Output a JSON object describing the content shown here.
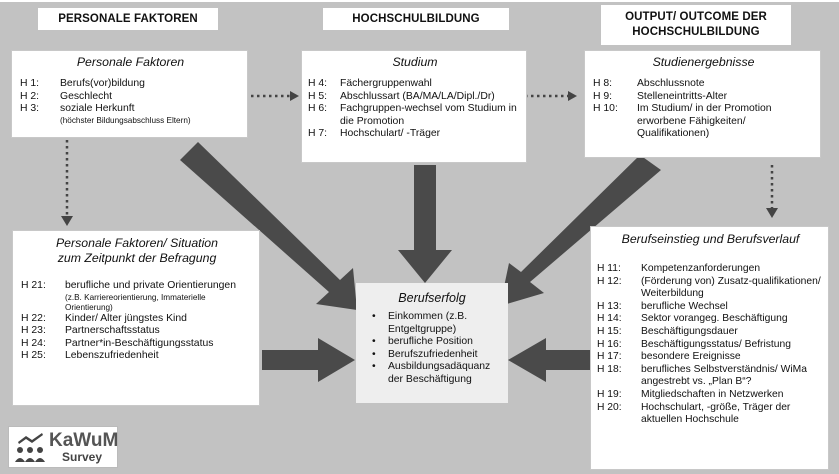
{
  "headers": {
    "left": "PERSONALE FAKTOREN",
    "middle": "HOCHSCHULBILDUNG",
    "right_line1": "OUTPUT/ OUTCOME DER",
    "right_line2": "HOCHSCHULBILDUNG"
  },
  "personale_faktoren": {
    "title": "Personale Faktoren",
    "items": [
      {
        "code": "H 1:",
        "text": "Berufs(vor)bildung"
      },
      {
        "code": "H 2:",
        "text": "Geschlecht"
      },
      {
        "code": "H 3:",
        "text": "soziale Herkunft",
        "note": "(höchster Bildungsabschluss Eltern)"
      }
    ]
  },
  "studium": {
    "title": "Studium",
    "items": [
      {
        "code": "H 4:",
        "text": "Fächergruppenwahl"
      },
      {
        "code": "H 5:",
        "text": "Abschlussart (BA/MA/LA/Dipl./Dr)"
      },
      {
        "code": "H 6:",
        "text": "Fachgruppen-wechsel vom Studium in die Promotion"
      },
      {
        "code": "H 7:",
        "text": "Hochschulart/ -Träger"
      }
    ]
  },
  "studienergebnisse": {
    "title": "Studienergebnisse",
    "items": [
      {
        "code": "H 8:",
        "text": "Abschlussnote"
      },
      {
        "code": "H 9:",
        "text": "Stelleneintritts-Alter"
      },
      {
        "code": "H 10:",
        "text": "Im Studium/ in der Promotion erworbene Fähigkeiten/ Qualifikationen)"
      }
    ]
  },
  "situation": {
    "title_line1": "Personale Faktoren/ Situation",
    "title_line2": "zum Zeitpunkt der Befragung",
    "items": [
      {
        "code": "H 21:",
        "text": "berufliche und private Orientierungen",
        "note": "(z.B. Karriereorientierung, Immaterielle Orientierung)"
      },
      {
        "code": "H 22:",
        "text": "Kinder/ Alter jüngstes Kind"
      },
      {
        "code": "H 23:",
        "text": "Partnerschaftsstatus"
      },
      {
        "code": "H 24:",
        "text": "Partner*in-Beschäftigungsstatus"
      },
      {
        "code": "H 25:",
        "text": "Lebenszufriedenheit"
      }
    ]
  },
  "berufserfolg": {
    "title": "Berufserfolg",
    "items": [
      {
        "text": "Einkommen (z.B. Entgeltgruppe)"
      },
      {
        "text": "berufliche Position"
      },
      {
        "text": "Berufszufriedenheit"
      },
      {
        "text": "Ausbildungsadäquanz der Beschäftigung"
      }
    ]
  },
  "berufseinstieg": {
    "title": "Berufseinstieg und Berufsverlauf",
    "items": [
      {
        "code": "H 11:",
        "text": "Kompetenzanforderungen"
      },
      {
        "code": "H 12:",
        "text": "(Förderung von) Zusatz-qualifikationen/ Weiterbildung"
      },
      {
        "code": "H 13:",
        "text": "berufliche Wechsel"
      },
      {
        "code": "H 14:",
        "text": "Sektor vorangeg. Beschäftigung"
      },
      {
        "code": "H 15:",
        "text": "Beschäftigungsdauer"
      },
      {
        "code": "H 16:",
        "text": "Beschäftigungsstatus/ Befristung"
      },
      {
        "code": "H 17:",
        "text": "besondere Ereignisse"
      },
      {
        "code": "H 18:",
        "text": "berufliches Selbstverständnis/ WiMa angestrebt vs. „Plan B“?"
      },
      {
        "code": "H 19:",
        "text": "Mitgliedschaften in Netzwerken"
      },
      {
        "code": "H 20:",
        "text": "Hochschulart, -größe, Träger der aktuellen Hochschule"
      }
    ]
  },
  "logo": {
    "word": "KaWuM",
    "sub": "Survey"
  },
  "colors": {
    "background": "#c2c2c2",
    "box": "#ffffff",
    "arrow": "#4a4a4a",
    "center_box": "#eeeeee"
  }
}
